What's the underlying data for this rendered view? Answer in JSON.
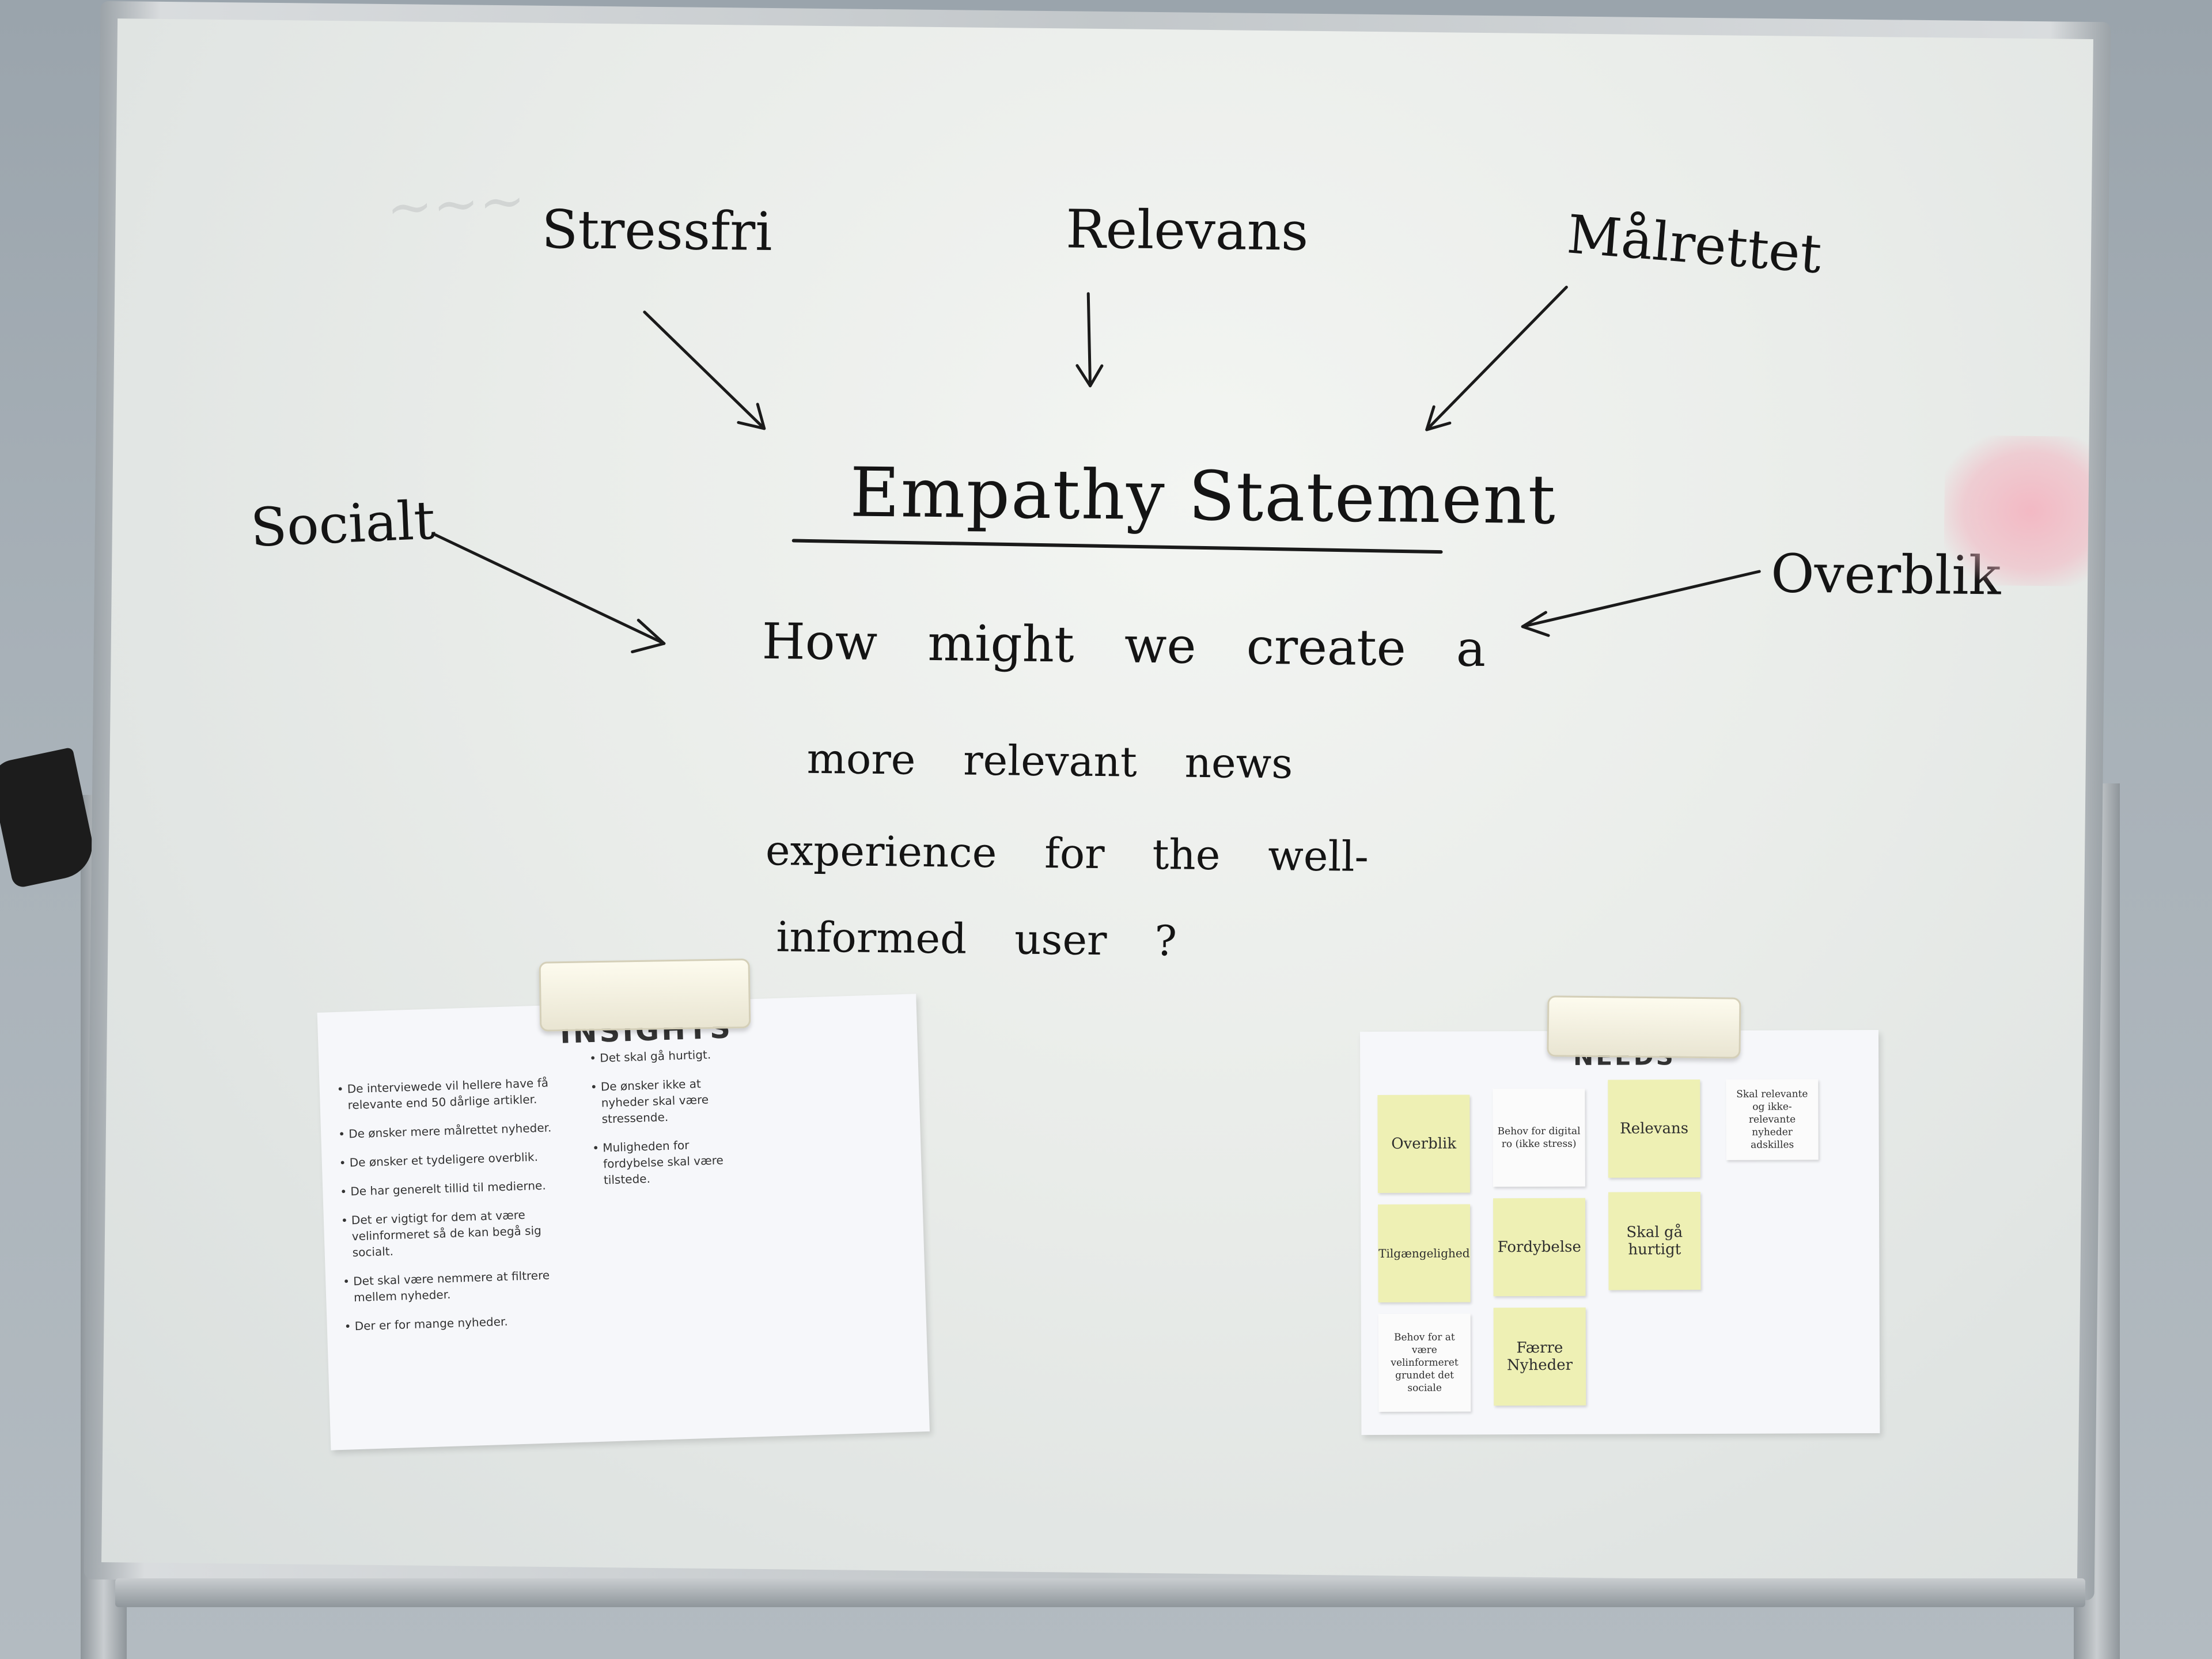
{
  "board": {
    "title": "Empathy Statement",
    "question_lines": [
      "How might we create a",
      "more relevant news",
      "experience for the well-",
      "informed user ?"
    ],
    "keywords": {
      "top_left": "Stressfri",
      "top_center": "Relevans",
      "top_right": "Målrettet",
      "left": "Socialt",
      "right": "Overblik"
    }
  },
  "insights": {
    "title": "INSIGHTS",
    "column_a": [
      "De interviewede vil hellere have få relevante end 50 dårlige artikler.",
      "De ønsker mere målrettet nyheder.",
      "De ønsker et tydeligere overblik.",
      "De har generelt tillid til medierne.",
      "Det er vigtigt for dem at være velinformeret så de kan begå sig socialt.",
      "Det skal være nemmere at filtrere mellem nyheder.",
      "Der er for mange nyheder."
    ],
    "column_b": [
      "Det skal gå hurtigt.",
      "De ønsker ikke at nyheder skal være stressende.",
      "Muligheden for fordybelse skal være tilstede."
    ]
  },
  "needs": {
    "title": "NEEDS",
    "notes": [
      {
        "text": "Overblik",
        "color": "#eef0b4"
      },
      {
        "text": "Behov for digital ro (ikke stress)",
        "color": "#fbfbfb"
      },
      {
        "text": "Relevans",
        "color": "#eef0b4"
      },
      {
        "text": "Skal relevante og ikke-relevante nyheder adskilles",
        "color": "#fbfbfb"
      },
      {
        "text": "Tilgængelighed",
        "color": "#eef0b4"
      },
      {
        "text": "Fordybelse",
        "color": "#eef0b4"
      },
      {
        "text": "Skal gå hurtigt",
        "color": "#eef0b4"
      },
      {
        "text": "Behov for at være velinformeret grundet det sociale",
        "color": "#fbfbfb"
      },
      {
        "text": "Færre Nyheder",
        "color": "#eef0b4"
      }
    ]
  }
}
